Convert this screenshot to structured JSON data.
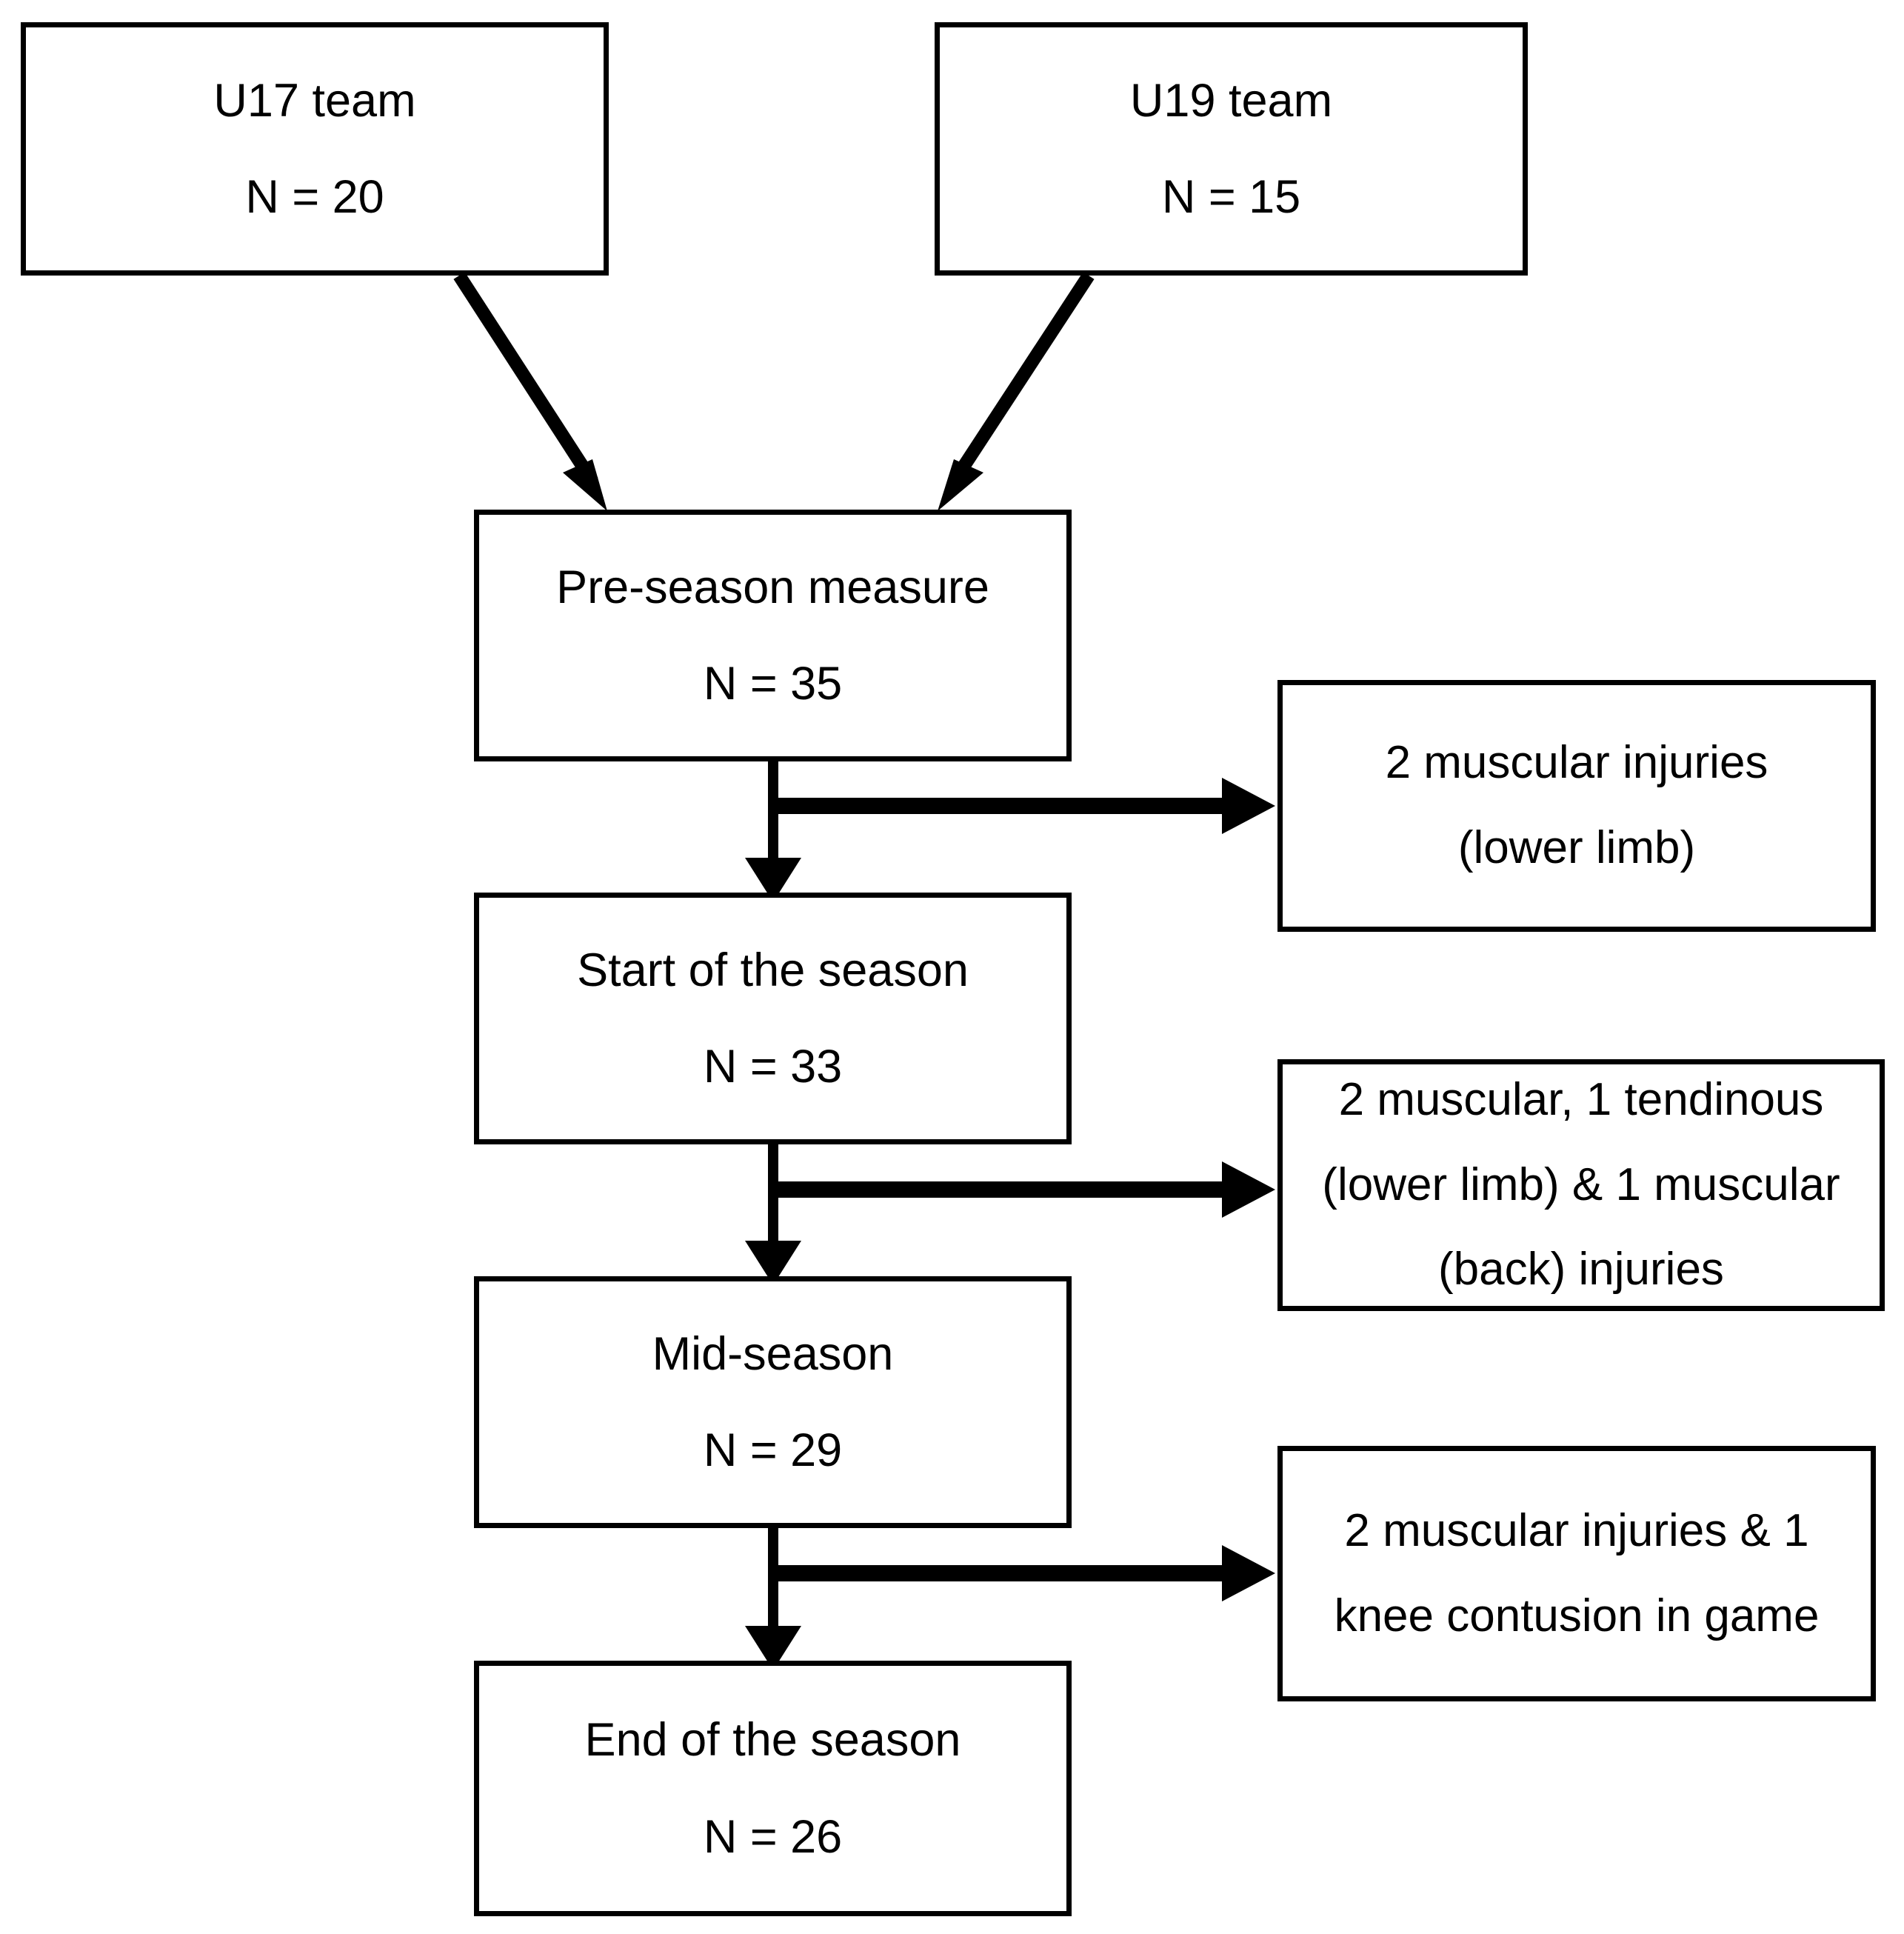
{
  "figure": {
    "type": "flowchart",
    "orientation": "top-to-bottom",
    "background_color": "#ffffff",
    "stroke_color": "#000000"
  },
  "nodes": {
    "u17": {
      "title": "U17 team",
      "count": "N = 20"
    },
    "u19": {
      "title": "U19 team",
      "count": "N = 15"
    },
    "preseason": {
      "title": "Pre-season measure",
      "count": "N = 35"
    },
    "start_season": {
      "title": "Start of the season",
      "count": "N = 33"
    },
    "mid_season": {
      "title": "Mid-season",
      "count": "N = 29"
    },
    "end_season": {
      "title": "End of the season",
      "count": "N = 26"
    }
  },
  "dropouts": {
    "after_preseason": {
      "line1": "2 muscular injuries",
      "line2": "(lower limb)",
      "line3": ""
    },
    "after_start": {
      "line1": "2 muscular, 1 tendinous",
      "line2": "(lower limb) & 1 muscular",
      "line3": "(back) injuries"
    },
    "after_mid": {
      "line1": "2 muscular injuries & 1",
      "line2": "knee contusion in game",
      "line3": ""
    }
  },
  "chart_data": {
    "type": "flow",
    "title": "",
    "stages": [
      {
        "label": "U17 team",
        "n": 20
      },
      {
        "label": "U19 team",
        "n": 15
      },
      {
        "label": "Pre-season measure",
        "n": 35
      },
      {
        "label": "Start of the season",
        "n": 33
      },
      {
        "label": "Mid-season",
        "n": 29
      },
      {
        "label": "End of the season",
        "n": 26
      }
    ],
    "attrition": [
      {
        "from": "Pre-season measure",
        "to": "Start of the season",
        "lost": 2,
        "reason": "2 muscular injuries (lower limb)"
      },
      {
        "from": "Start of the season",
        "to": "Mid-season",
        "lost": 4,
        "reason": "2 muscular, 1 tendinous (lower limb) & 1 muscular (back) injuries"
      },
      {
        "from": "Mid-season",
        "to": "End of the season",
        "lost": 3,
        "reason": "2 muscular injuries & 1 knee contusion in game"
      }
    ],
    "edges": [
      {
        "from": "U17 team",
        "to": "Pre-season measure"
      },
      {
        "from": "U19 team",
        "to": "Pre-season measure"
      },
      {
        "from": "Pre-season measure",
        "to": "Start of the season"
      },
      {
        "from": "Start of the season",
        "to": "Mid-season"
      },
      {
        "from": "Mid-season",
        "to": "End of the season"
      }
    ]
  }
}
